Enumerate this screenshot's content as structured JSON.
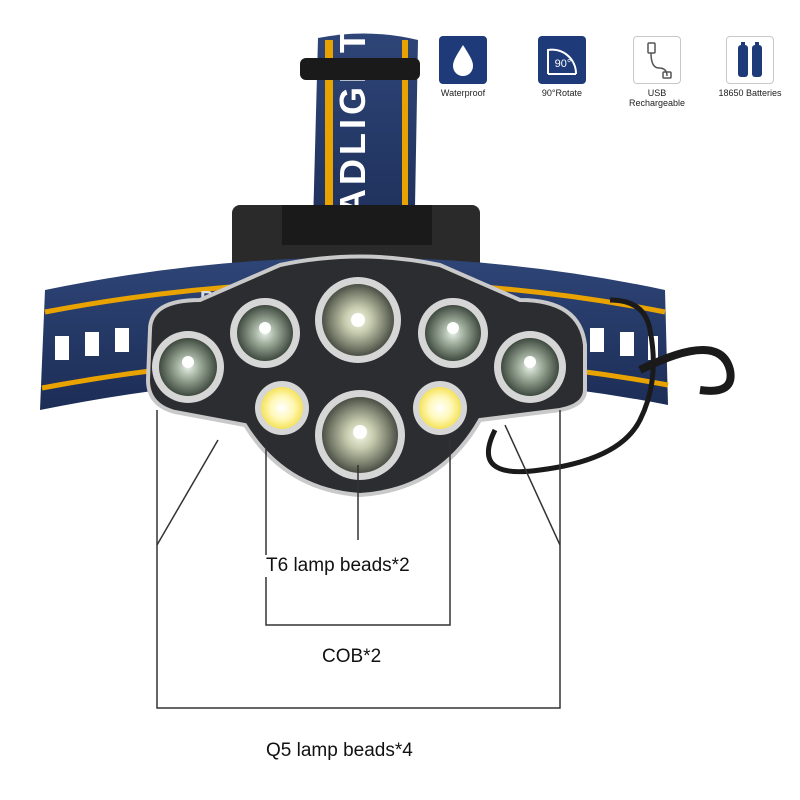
{
  "headband": {
    "strap_text": "HEADLIGHT",
    "side_text": "PHEADLI"
  },
  "features": [
    {
      "icon": "water-drop-icon",
      "label": "Waterproof"
    },
    {
      "icon": "rotate-90-icon",
      "label": "90°Rotate",
      "icon_text": "90°"
    },
    {
      "icon": "usb-cable-icon",
      "label": "USB\nRechargeable"
    },
    {
      "icon": "battery-icon",
      "label": "18650 Batteries"
    }
  ],
  "callouts": {
    "t6": "T6 lamp beads*2",
    "cob": "COB*2",
    "q5": "Q5 lamp beads*4"
  },
  "colors": {
    "strap_navy": "#24396a",
    "strap_yellow": "#e8a300",
    "housing": "#2b2d30",
    "led_cob": "#fff59a",
    "icon_navy": "#1e3a78"
  }
}
